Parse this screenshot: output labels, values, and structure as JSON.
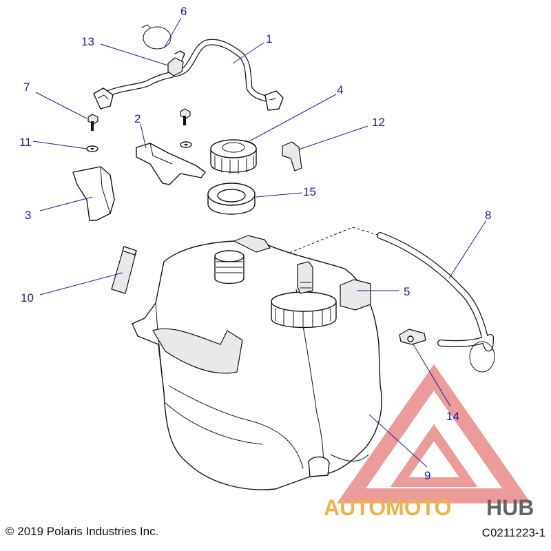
{
  "callouts": [
    {
      "id": "c1",
      "label": "1"
    },
    {
      "id": "c2",
      "label": "2"
    },
    {
      "id": "c3",
      "label": "3"
    },
    {
      "id": "c4",
      "label": "4"
    },
    {
      "id": "c5",
      "label": "5"
    },
    {
      "id": "c6",
      "label": "6"
    },
    {
      "id": "c7",
      "label": "7"
    },
    {
      "id": "c8",
      "label": "8"
    },
    {
      "id": "c9",
      "label": "9"
    },
    {
      "id": "c10",
      "label": "10"
    },
    {
      "id": "c11",
      "label": "11"
    },
    {
      "id": "c12",
      "label": "12"
    },
    {
      "id": "c13",
      "label": "13"
    },
    {
      "id": "c14",
      "label": "14"
    },
    {
      "id": "c15",
      "label": "15"
    }
  ],
  "footer": {
    "copyright": "© 2019 Polaris Industries Inc.",
    "drawing_id": "C0211223-1"
  },
  "watermark": {
    "brand_part1": "AUTOMOTO",
    "brand_part2": "HUB",
    "colors": {
      "accent": "#e8a62a",
      "triangle": "#e98a8a",
      "dark": "#4a4a4a"
    }
  },
  "colors": {
    "callout": "#1a1aa6",
    "line": "#111111"
  }
}
